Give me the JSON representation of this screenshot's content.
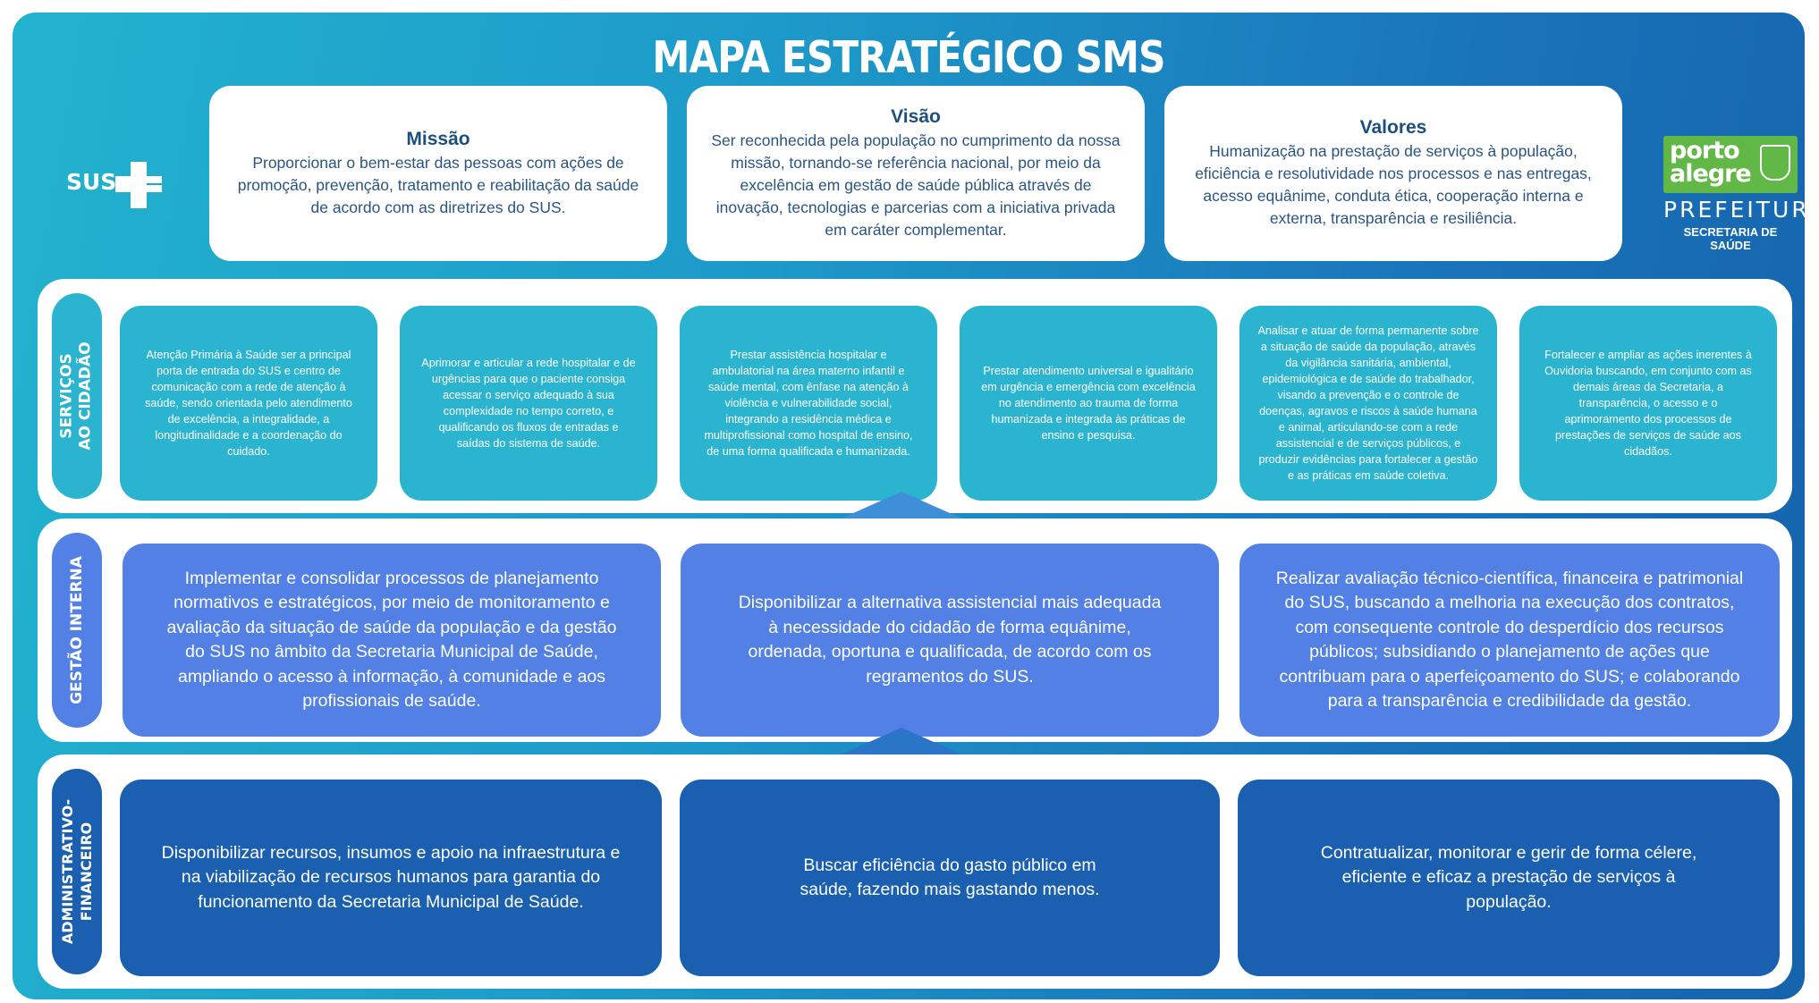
{
  "title": "MAPA ESTRATÉGICO SMS",
  "logos": {
    "sus": "SUS",
    "prefeitura_line1": "porto",
    "prefeitura_line2": "alegre",
    "prefeitura_name": "PREFEITURA",
    "prefeitura_secretaria": "SECRETARIA DE SAÚDE"
  },
  "missao": {
    "heading": "Missão",
    "text": "Proporcionar o bem-estar das pessoas com ações de promoção, prevenção, tratamento e reabilitação da saúde de acordo com as diretrizes do SUS."
  },
  "visao": {
    "heading": "Visão",
    "text": "Ser reconhecida pela população no cumprimento da nossa missão, tornando-se referência nacional, por meio da excelência em gestão de saúde pública através de inovação, tecnologias e parcerias com a iniciativa privada em caráter complementar."
  },
  "valores": {
    "heading": "Valores",
    "text": "Humanização na prestação de serviços à população, eficiência e resolutividade nos processos e nas entregas, acesso equânime, conduta ética, cooperação interna e externa, transparência e resiliência."
  },
  "servicos": {
    "label_line1": "SERVIÇOS",
    "label_line2": "AO CIDADÃO",
    "items": [
      "Atenção Primária à Saúde ser a principal porta de entrada do SUS e centro de comunicação com a rede de atenção à saúde, sendo orientada pelo atendimento de excelência, a integralidade, a longitudinalidade e a coordenação do cuidado.",
      "Aprimorar e articular a rede hospitalar e de urgências para que o paciente consiga acessar o serviço adequado à sua complexidade no tempo correto, e qualificando os fluxos de entradas e saídas do sistema de saúde.",
      "Prestar assistência hospitalar e ambulatorial na área materno infantil e saúde mental, com ênfase na atenção à violência e vulnerabilidade social, integrando a residência médica e multiprofissional como hospital de ensino, de uma forma qualificada e humanizada.",
      "Prestar atendimento universal e igualitário em urgência e emergência com excelência no atendimento ao trauma de forma humanizada e integrada às práticas de ensino e pesquisa.",
      "Analisar e atuar de forma permanente sobre a situação de saúde da população, através da vigilância sanitária, ambiental, epidemiológica e de saúde do trabalhador, visando a prevenção e o controle de doenças, agravos e riscos à saúde humana e animal, articulando-se com a rede assistencial e de serviços públicos, e produzir evidências para fortalecer a gestão e as práticas em saúde coletiva.",
      "Fortalecer e ampliar as ações inerentes à Ouvidoria buscando, em conjunto com as demais áreas da Secretaria, a transparência, o acesso e o aprimoramento dos processos de prestações de serviços de saúde aos cidadãos."
    ]
  },
  "gestao": {
    "label": "GESTÃO INTERNA",
    "items": [
      "Implementar e consolidar processos de planejamento normativos e estratégicos, por meio de monitoramento e avaliação da situação de saúde da população e da gestão do SUS no âmbito da Secretaria Municipal de Saúde, ampliando o acesso à informação, à comunidade e aos profissionais de saúde.",
      "Disponibilizar a alternativa assistencial mais adequada à necessidade do cidadão de forma equânime, ordenada, oportuna e qualificada, de acordo com os regramentos do SUS.",
      "Realizar avaliação técnico-científica, financeira e patrimonial do SUS, buscando a melhoria na execução dos contratos, com consequente controle do desperdício dos recursos públicos; subsidiando o planejamento de ações que contribuam para o aperfeiçoamento do SUS; e colaborando para a transparência e credibilidade da gestão."
    ]
  },
  "administrativo": {
    "label_line1": "ADMINISTRATIVO-",
    "label_line2": "FINANCEIRO",
    "items": [
      "Disponibilizar recursos, insumos e apoio na infraestrutura e na viabilização de recursos humanos para garantia do funcionamento da Secretaria Municipal de Saúde.",
      "Buscar eficiência do gasto público em saúde, fazendo mais gastando menos.",
      "Contratualizar, monitorar e gerir de forma célere, eficiente e eficaz a prestação de serviços à população."
    ]
  },
  "colors": {
    "servicos": "#2bb4d0",
    "gestao": "#5280e4",
    "administrativo": "#1a5fb0",
    "heading_text": "#1b4f7e"
  }
}
